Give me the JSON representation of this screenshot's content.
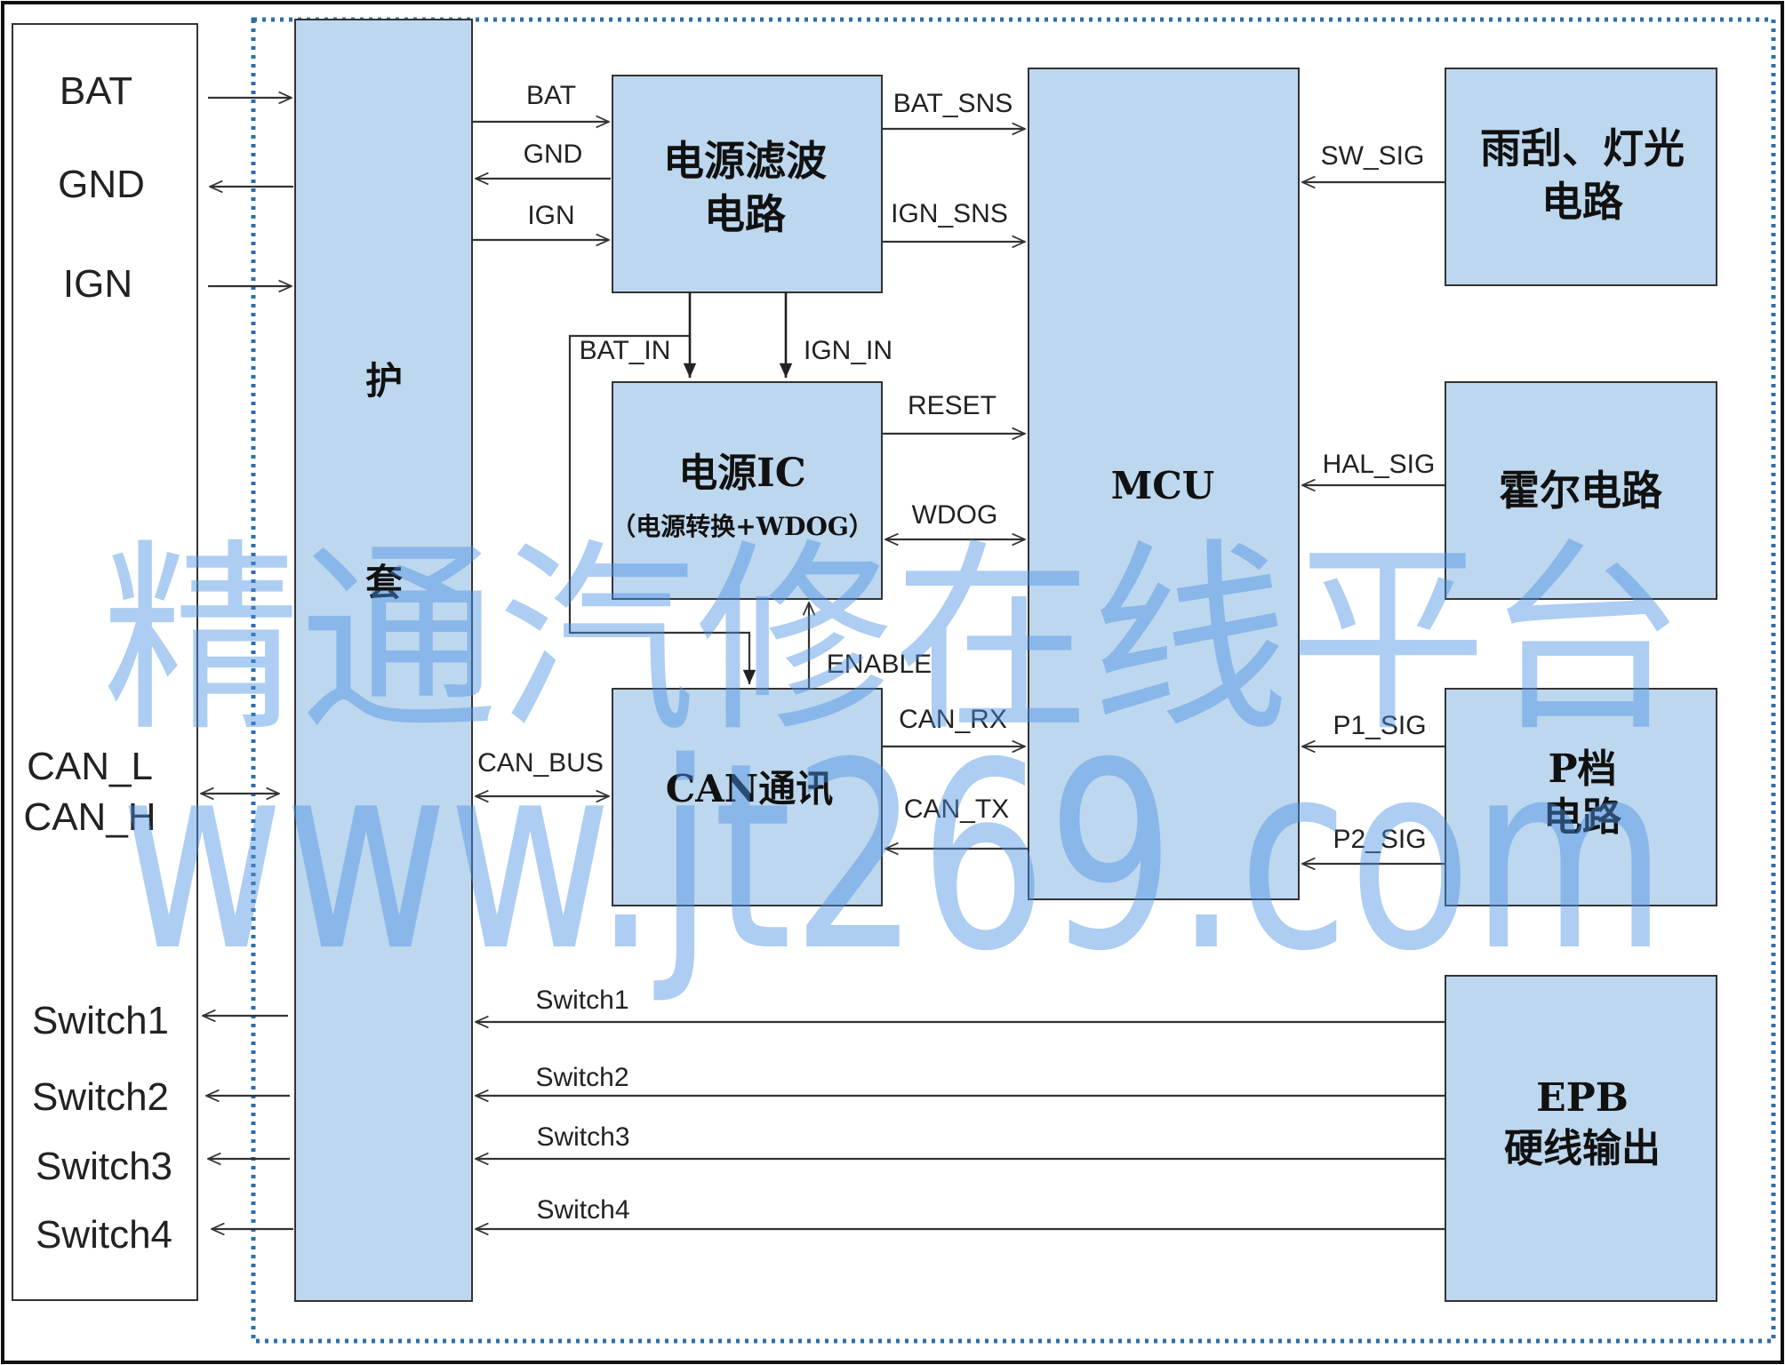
{
  "connector_pins": {
    "bat": "BAT",
    "gnd": "GND",
    "ign": "IGN",
    "can_l": "CAN_L",
    "can_h": "CAN_H",
    "switch1": "Switch1",
    "switch2": "Switch2",
    "switch3": "Switch3",
    "switch4": "Switch4"
  },
  "blocks": {
    "protection": [
      "护",
      "套"
    ],
    "power_filter": [
      "电源滤波",
      "电路"
    ],
    "power_ic": [
      "电源IC",
      "（电源转换+WDOG）"
    ],
    "can_comm": "CAN通讯",
    "mcu": "MCU",
    "wiper_light": [
      "雨刮、灯光",
      "电路"
    ],
    "hall": "霍尔电路",
    "p_gear": [
      "P档",
      "电路"
    ],
    "epb_output": [
      "EPB",
      "硬线输出"
    ]
  },
  "signals": {
    "bat": "BAT",
    "gnd": "GND",
    "ign": "IGN",
    "bat_sns": "BAT_SNS",
    "ign_sns": "IGN_SNS",
    "bat_in": "BAT_IN",
    "ign_in": "IGN_IN",
    "reset": "RESET",
    "wdog": "WDOG",
    "enable": "ENABLE",
    "can_bus": "CAN_BUS",
    "can_rx": "CAN_RX",
    "can_tx": "CAN_TX",
    "sw_sig": "SW_SIG",
    "hal_sig": "HAL_SIG",
    "p1_sig": "P1_SIG",
    "p2_sig": "P2_SIG",
    "switch1": "Switch1",
    "switch2": "Switch2",
    "switch3": "Switch3",
    "switch4": "Switch4"
  },
  "watermark": {
    "line1": "精通汽修在线平台",
    "line2": "www.jt269.com"
  },
  "colors": {
    "block_fill": "#bdd7ee",
    "line": "#333333",
    "frame_dots": "#2f6fa8",
    "watermark": "#4a90e2"
  }
}
